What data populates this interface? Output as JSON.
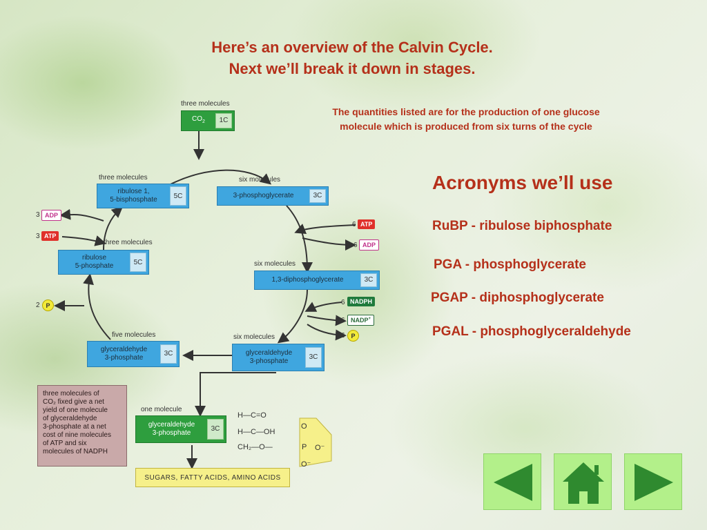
{
  "title_line1": "Here’s an overview of the Calvin Cycle.",
  "title_line2": "Next we’ll break it down in stages.",
  "note_line1": "The quantities listed are for the production of one glucose",
  "note_line2": "molecule which is produced from six turns of the cycle",
  "acronyms": {
    "heading": "Acronyms we’ll use",
    "items": [
      "RuBP - ribulose biphosphate",
      "PGA - phosphoglycerate",
      "PGAP - diphosphoglycerate",
      "PGAL - phosphoglyceraldehyde"
    ]
  },
  "diagram": {
    "labels": {
      "three_molecules_top": "three molecules",
      "three_molecules_rubp": "three molecules",
      "six_molecules_pga": "six molecules",
      "three_molecules_ru5p": "three molecules",
      "six_molecules_pgap": "six molecules",
      "five_molecules": "five molecules",
      "six_molecules_pgal": "six molecules",
      "one_molecule": "one molecule"
    },
    "co2": {
      "name": "CO",
      "sub": "2",
      "count": "1C"
    },
    "rubp": {
      "line1": "ribulose 1,",
      "line2": "5-bisphosphate",
      "count": "5C"
    },
    "pga": {
      "name": "3-phosphoglycerate",
      "count": "3C"
    },
    "ru5p": {
      "line1": "ribulose",
      "line2": "5-phosphate",
      "count": "5C"
    },
    "pgap": {
      "name": "1,3-diphosphoglycerate",
      "count": "3C"
    },
    "g3p_left": {
      "line1": "glyceraldehyde",
      "line2": "3-phosphate",
      "count": "3C"
    },
    "g3p_right": {
      "line1": "glyceraldehyde",
      "line2": "3-phosphate",
      "count": "3C"
    },
    "g3p_out": {
      "line1": "glyceraldehyde",
      "line2": "3-phosphate",
      "count": "3C"
    },
    "cofactors": {
      "adp_left_num": "3",
      "adp_left": "ADP",
      "atp_left_num": "3",
      "atp_left": "ATP",
      "pi_left_num": "2",
      "pi": "P",
      "atp_right_num": "6",
      "atp_right": "ATP",
      "adp_right_num": "6",
      "adp_right": "ADP",
      "nadph_num": "6",
      "nadph": "NADPH",
      "nadp_num": "6",
      "nadp": "NADP",
      "pi_right_num": "6"
    },
    "summary": [
      "three molecules of",
      "CO₂ fixed give a net",
      "yield of one molecule",
      "of glyceraldehyde",
      "3-phosphate at a net",
      "cost of nine molecules",
      "of ATP and six",
      "molecules of NADPH"
    ],
    "sugars": "SUGARS, FATTY ACIDS, AMINO ACIDS",
    "chem": {
      "r1": "H—C=O",
      "r2": "H—C—OH",
      "r3": "CH₂—O—",
      "p": "P",
      "o_top": "O",
      "o_right": "O⁻",
      "o_bottom": "O⁻"
    }
  },
  "nav": {
    "back": "back-button",
    "home": "home-button",
    "forward": "forward-button"
  }
}
